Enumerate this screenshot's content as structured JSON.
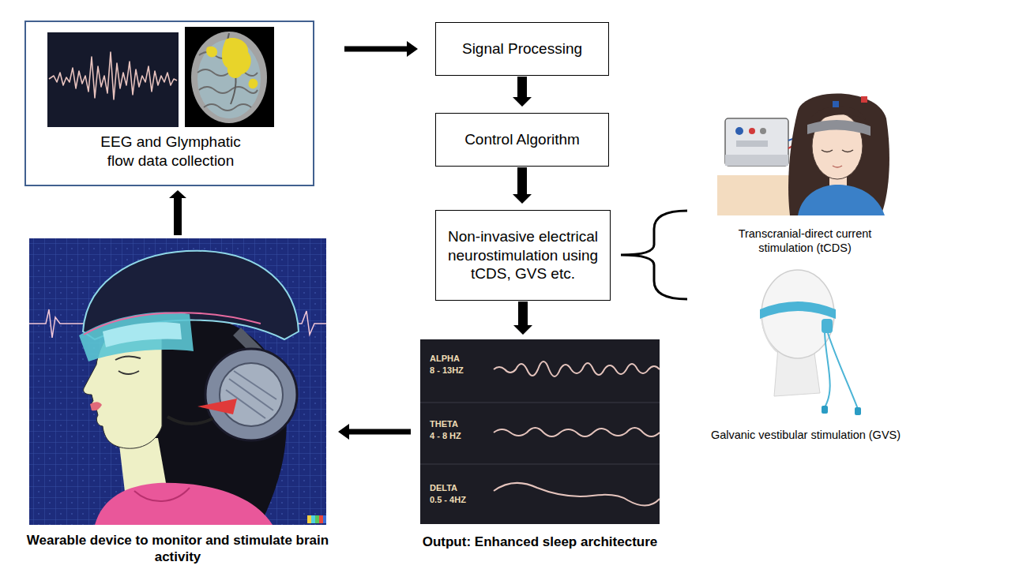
{
  "diagram": {
    "nodes": [
      {
        "text": [
          "EEG and Glymphatic flow data collection"
        ]
      },
      {
        "text": [
          "Signal Processing"
        ]
      },
      {
        "text": [
          "Control Algorithm"
        ]
      },
      {
        "text": [
          "Non-invasive electrical neurostimulation using tCDS, GVS etc."
        ]
      },
      {
        "text": [
          "Transcranial-direct current stimulation (tCDS)"
        ]
      },
      {
        "text": [
          "Galvanic vestibular stimulation (GVS)"
        ]
      },
      {
        "text": [
          "Wearable device to monitor and stimulate brain activity"
        ]
      },
      {
        "text": [
          "ALPHA",
          "8 - 13HZ",
          "THETA",
          "4 - 8 HZ",
          "DELTA",
          "0.5 - 4HZ",
          "Output: Enhanced sleep architecture"
        ]
      }
    ],
    "edges": [
      {
        "from": 0,
        "to": 1,
        "arrow": "to"
      },
      {
        "from": 1,
        "to": 2,
        "arrow": "to"
      },
      {
        "from": 2,
        "to": 3,
        "arrow": "to"
      },
      {
        "from": 3,
        "to": 7,
        "arrow": "to"
      },
      {
        "from": 7,
        "to": 6,
        "arrow": "to"
      },
      {
        "from": 6,
        "to": 0,
        "arrow": "to"
      }
    ]
  }
}
